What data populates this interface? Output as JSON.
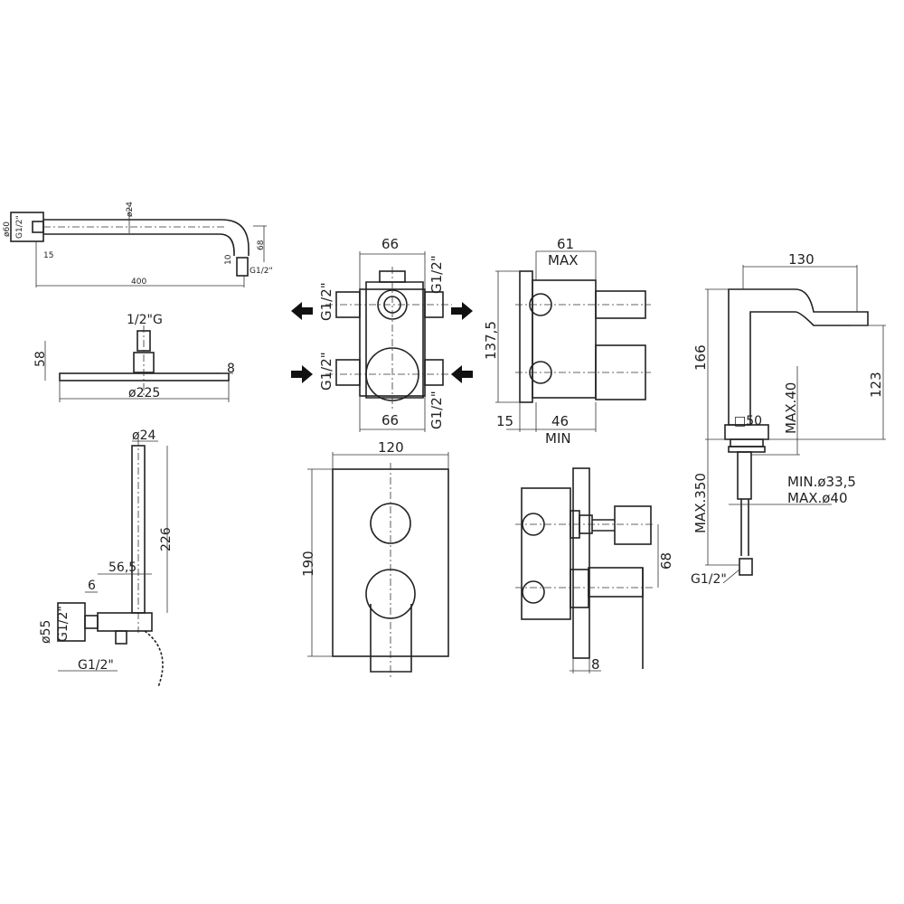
{
  "shower_arm": {
    "flange_dia": "ø60",
    "thread_left": "G1/2\"",
    "tube_dia": "ø24",
    "flange_depth": "15",
    "drop": "68",
    "outlet_len": "10",
    "thread_right": "G1/2\"",
    "length": "400"
  },
  "shower_head": {
    "thread": "1/2\"G",
    "height": "58",
    "thickness": "8",
    "diameter": "ø225"
  },
  "hand_shower": {
    "handle_dia": "ø24",
    "handle_length": "226",
    "outlet_offset": "56,5",
    "flange_depth": "6",
    "flange_dia": "ø55",
    "thread_side": "G1/2\"",
    "thread_bottom": "G1/2\""
  },
  "box_front": {
    "width_top": "66",
    "width_bottom": "66",
    "port_top_left": "G1/2\"",
    "port_top_right": "G1/2\"",
    "port_bottom_left": "G1/2\"",
    "port_bottom_right": "G1/2\""
  },
  "box_side": {
    "depth_max": "61",
    "max_label": "MAX",
    "height": "137,5",
    "offset": "15",
    "depth_min": "46",
    "min_label": "MIN"
  },
  "cover_plate": {
    "width": "120",
    "height": "190"
  },
  "assembled_side": {
    "handle_offset": "68",
    "plate_thickness": "8"
  },
  "basin_mixer": {
    "reach": "130",
    "total_height": "166",
    "spout_height": "123",
    "max_deck": "MAX.40",
    "base_size": "□50",
    "hole_min": "MIN.ø33,5",
    "hole_max": "MAX.ø40",
    "hose_length": "MAX.350",
    "thread": "G1/2\""
  }
}
